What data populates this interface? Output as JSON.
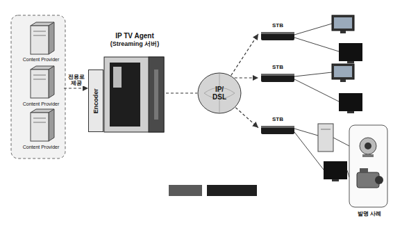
{
  "diagram": {
    "nodes": [
      {
        "text": [
          "Content Provider"
        ]
      },
      {
        "text": [
          "Content Provider"
        ]
      },
      {
        "text": [
          "Content Provider"
        ]
      },
      {
        "text": [
          "IP TV Agent",
          "(Streaming 서버)"
        ]
      },
      {
        "text": [
          "Encoder"
        ],
        "in": 3
      },
      {
        "text": [
          "IP/ DSL"
        ]
      },
      {
        "text": [
          "STB"
        ]
      },
      {
        "text": [
          "STB"
        ]
      },
      {
        "text": [
          "STB"
        ]
      }
    ],
    "edges": [
      {
        "from": 1,
        "to": 4,
        "arrow": "to",
        "label": "전용로 제공"
      },
      {
        "from": 3,
        "to": 5,
        "arrow": "none"
      },
      {
        "from": 5,
        "to": 6,
        "arrow": "to"
      },
      {
        "from": 5,
        "to": 7,
        "arrow": "to"
      },
      {
        "from": 5,
        "to": 8,
        "arrow": "to"
      }
    ],
    "labels": [
      "발명 사례"
    ]
  }
}
